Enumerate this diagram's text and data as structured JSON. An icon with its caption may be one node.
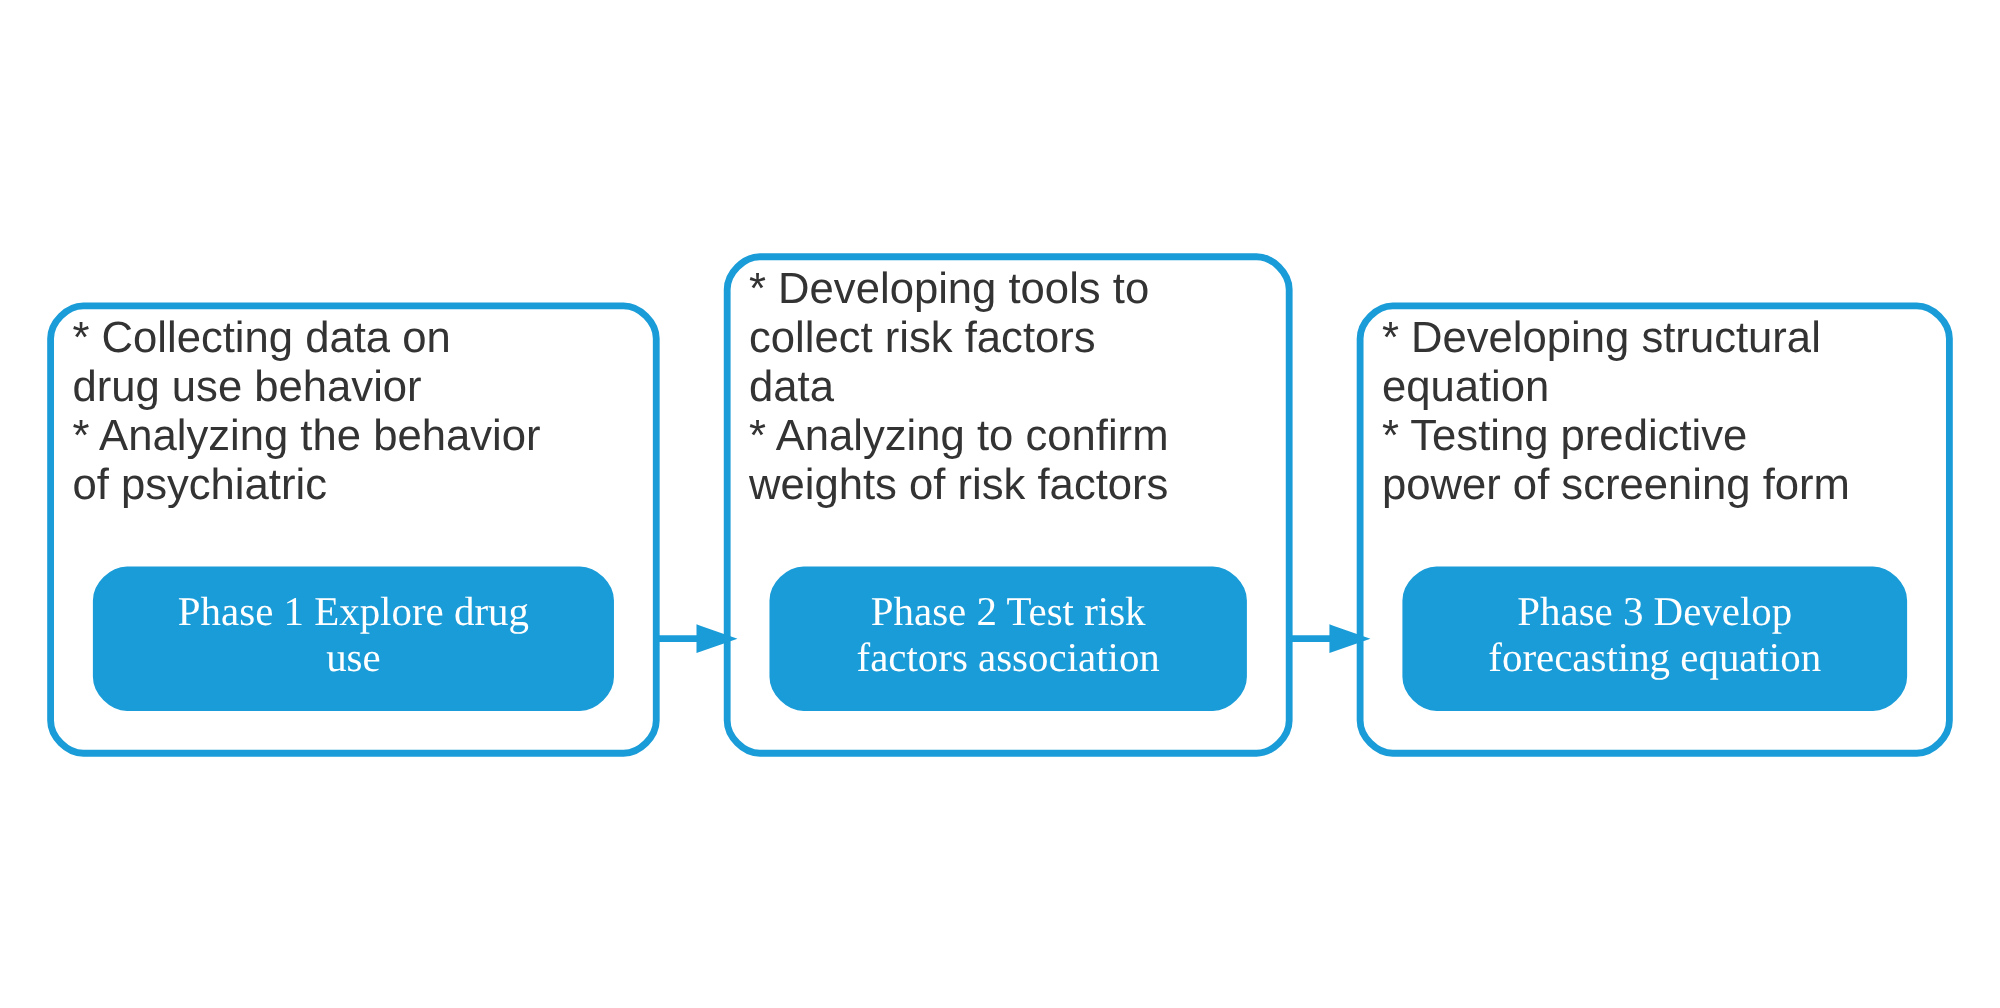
{
  "diagram": {
    "nodes": [
      {
        "text": [
          "* Collecting data on drug use behavior",
          "* Analyzing the behavior of psychiatric"
        ]
      },
      {
        "text": [
          "Phase 1 Explore drug use"
        ],
        "in": 0
      },
      {
        "text": [
          "* Developing tools to collect risk factors data",
          "* Analyzing to confirm weights of risk factors"
        ]
      },
      {
        "text": [
          "Phase 2 Test risk factors association"
        ],
        "in": 2
      },
      {
        "text": [
          "* Developing structural equation",
          "* Testing predictive power of screening form"
        ]
      },
      {
        "text": [
          "Phase 3 Develop forecasting equation"
        ],
        "in": 4
      }
    ],
    "edges": [
      {
        "from": 0,
        "to": 2,
        "arrow": "to"
      },
      {
        "from": 2,
        "to": 4,
        "arrow": "to"
      }
    ]
  }
}
